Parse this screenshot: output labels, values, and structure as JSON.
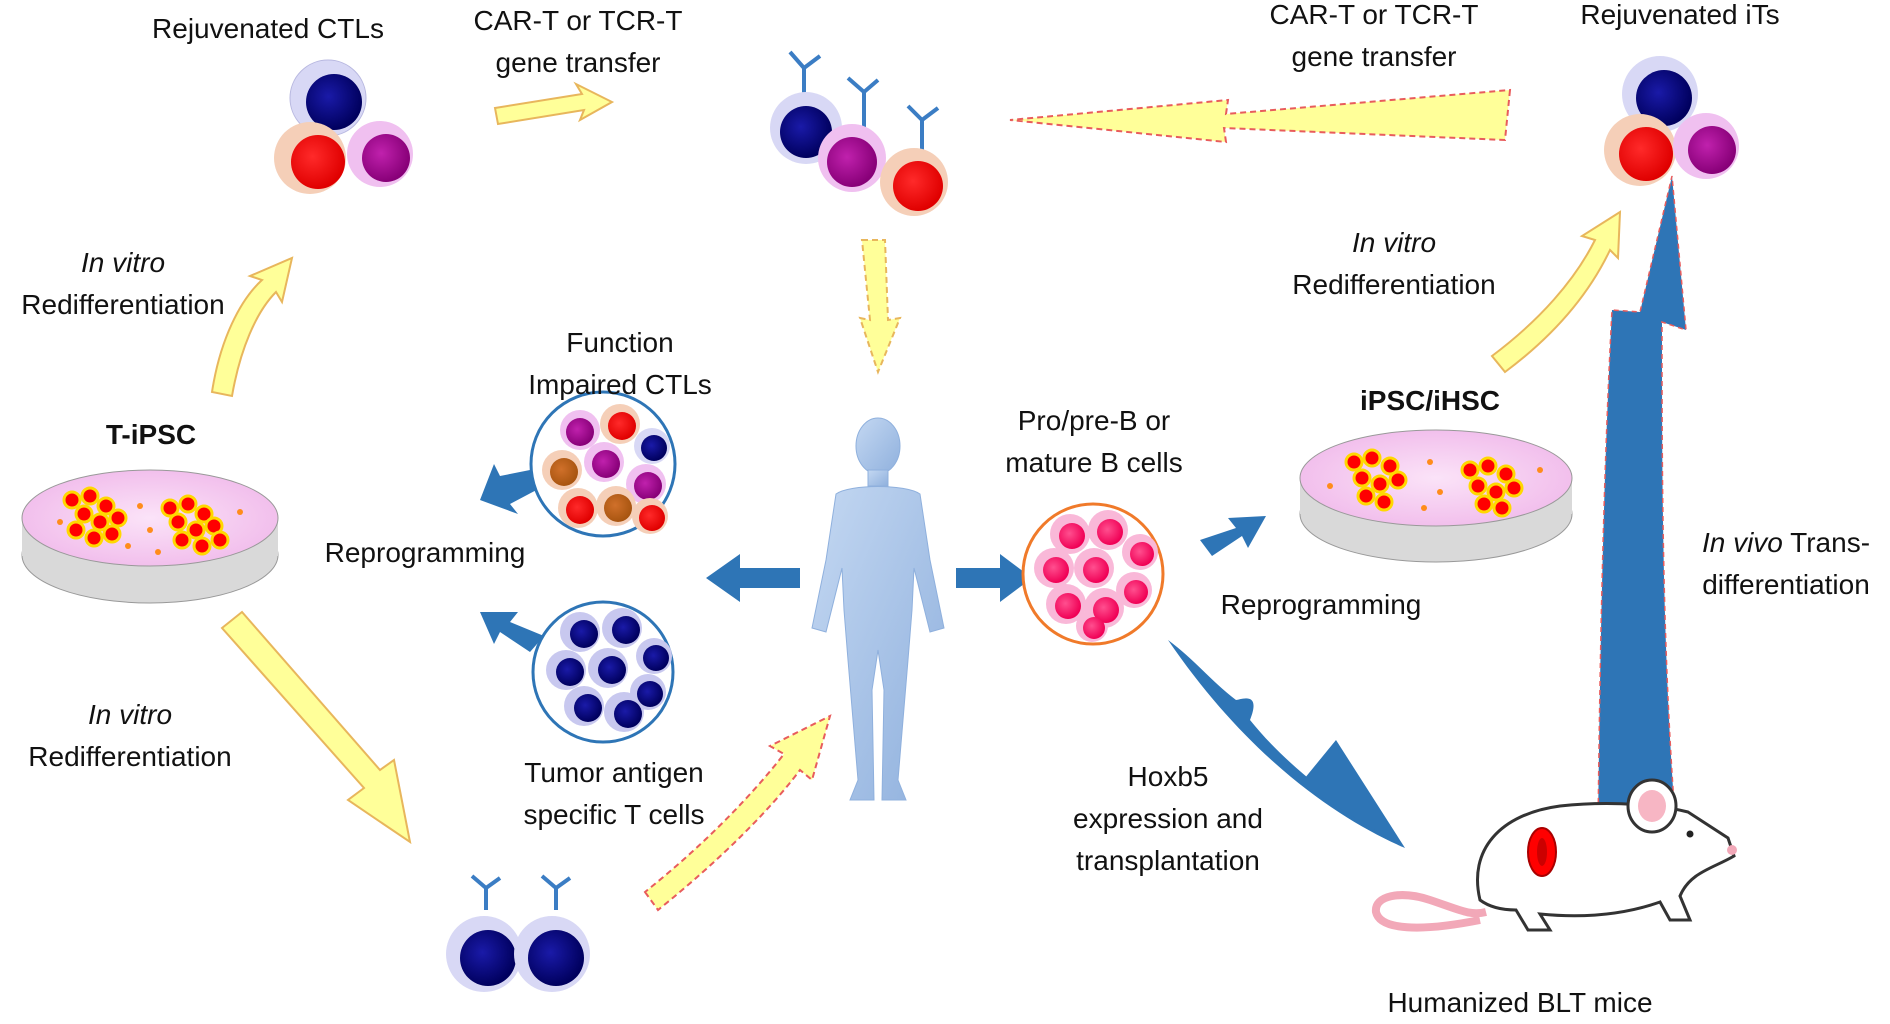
{
  "labels": {
    "rejuvenated_ctls": "Rejuvenated CTLs",
    "car_t_left_1": "CAR-T or TCR-T",
    "car_t_left_2": "gene transfer",
    "car_t_right_1": "CAR-T or TCR-T",
    "car_t_right_2": "gene transfer",
    "rejuvenated_its": "Rejuvenated iTs",
    "in_vitro_tl_1": "In vitro",
    "in_vitro_tl_2": "Redifferentiation",
    "in_vitro_tr_1": "In vitro",
    "in_vitro_tr_2": "Redifferentiation",
    "in_vitro_bl_1": "In vitro",
    "in_vitro_bl_2": "Redifferentiation",
    "t_ipsc": "T-iPSC",
    "ipsc_ihsc": "iPSC/iHSC",
    "function_1": "Function",
    "function_2": "Impaired CTLs",
    "reprogramming_left": "Reprogramming",
    "reprogramming_right": "Reprogramming",
    "pro_pre_b_1": "Pro/pre-B or",
    "pro_pre_b_2": "mature B cells",
    "tumor_1": "Tumor antigen",
    "tumor_2": "specific T cells",
    "hoxb5_1": "Hoxb5",
    "hoxb5_2": "expression and",
    "hoxb5_3": "transplantation",
    "in_vivo_1_it": "In vivo",
    "in_vivo_1_rest": " Trans-",
    "in_vivo_2": "differentiation",
    "humanized_blt": "Humanized BLT mice"
  },
  "colors": {
    "yellow_arrow": "#ffff99",
    "yellow_arrow_stroke": "#e8b65c",
    "blue_arrow": "#2e75b6",
    "human_body": "#a9c4e8",
    "navy_cell": "#00007a",
    "red_cell": "#ff0000",
    "purple_cell": "#a0008f",
    "pink_cell": "#ff1a6e",
    "dish_pink": "#f5c8f0",
    "dish_gray": "#d9d9d9",
    "tcr_blue": "#3b7dc4"
  }
}
